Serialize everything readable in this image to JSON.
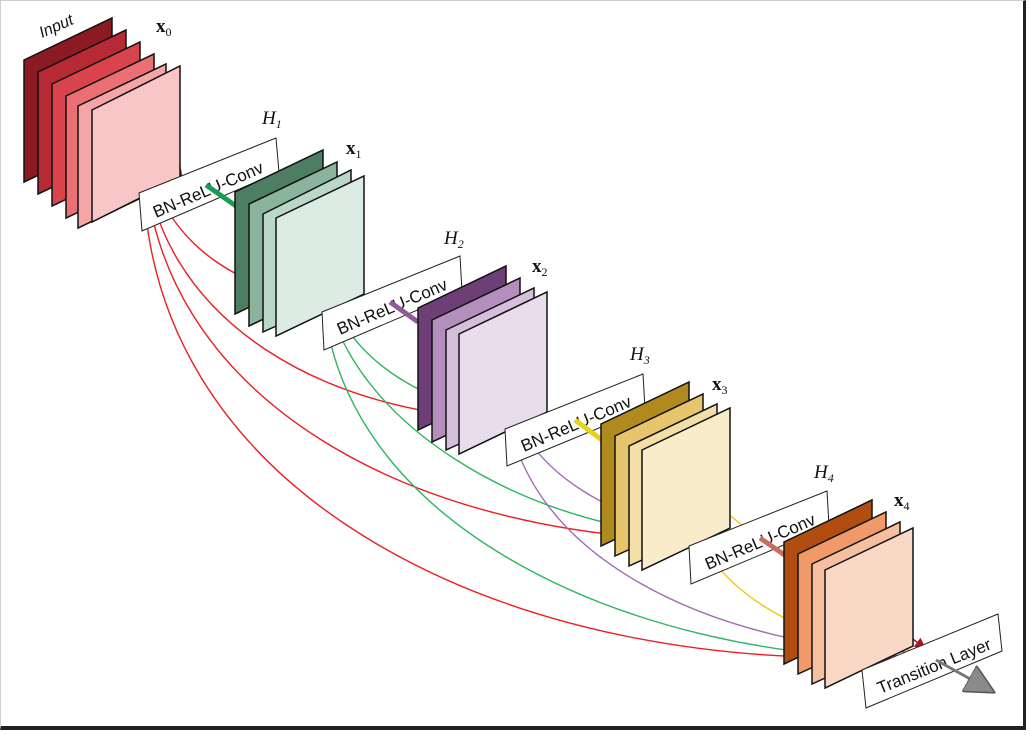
{
  "input_label": "Input",
  "blocks": [
    {
      "x_label": "x",
      "x_sub": "0",
      "colors": [
        "#8b1a22",
        "#b52a35",
        "#d9444c",
        "#ec6f74",
        "#f6a5a7",
        "#f9c6c7"
      ]
    },
    {
      "h_label": "H",
      "h_sub": "1",
      "conv_label": "BN-ReLU-Conv",
      "x_label": "x",
      "x_sub": "1",
      "link_color": "#1f9a54",
      "colors": [
        "#4d7d63",
        "#8ab59c",
        "#b9d8c6",
        "#dcebe3"
      ]
    },
    {
      "h_label": "H",
      "h_sub": "2",
      "conv_label": "BN-ReLU-Conv",
      "x_label": "x",
      "x_sub": "2",
      "link_color": "#8e5a9a",
      "colors": [
        "#6e3e76",
        "#b48ebc",
        "#d6bfdc",
        "#e9dcec"
      ]
    },
    {
      "h_label": "H",
      "h_sub": "3",
      "conv_label": "BN-ReLU-Conv",
      "x_label": "x",
      "x_sub": "3",
      "link_color": "#e9d21e",
      "colors": [
        "#b08a1e",
        "#e6c56c",
        "#f3dfa6",
        "#f8eccb"
      ]
    },
    {
      "h_label": "H",
      "h_sub": "4",
      "conv_label": "BN-ReLU-Conv",
      "x_label": "x",
      "x_sub": "4",
      "link_color": "#c9705a",
      "colors": [
        "#b24d12",
        "#f09a6a",
        "#f6bf9f",
        "#f9d9c6"
      ]
    }
  ],
  "transition_label": "Transition Layer",
  "arc_colors": {
    "from_x0": "#ee1c24",
    "from_x1": "#2bb55f",
    "from_x2": "#a36db2",
    "from_x3": "#f6c21a",
    "from_x4": "#8b1a1a"
  }
}
